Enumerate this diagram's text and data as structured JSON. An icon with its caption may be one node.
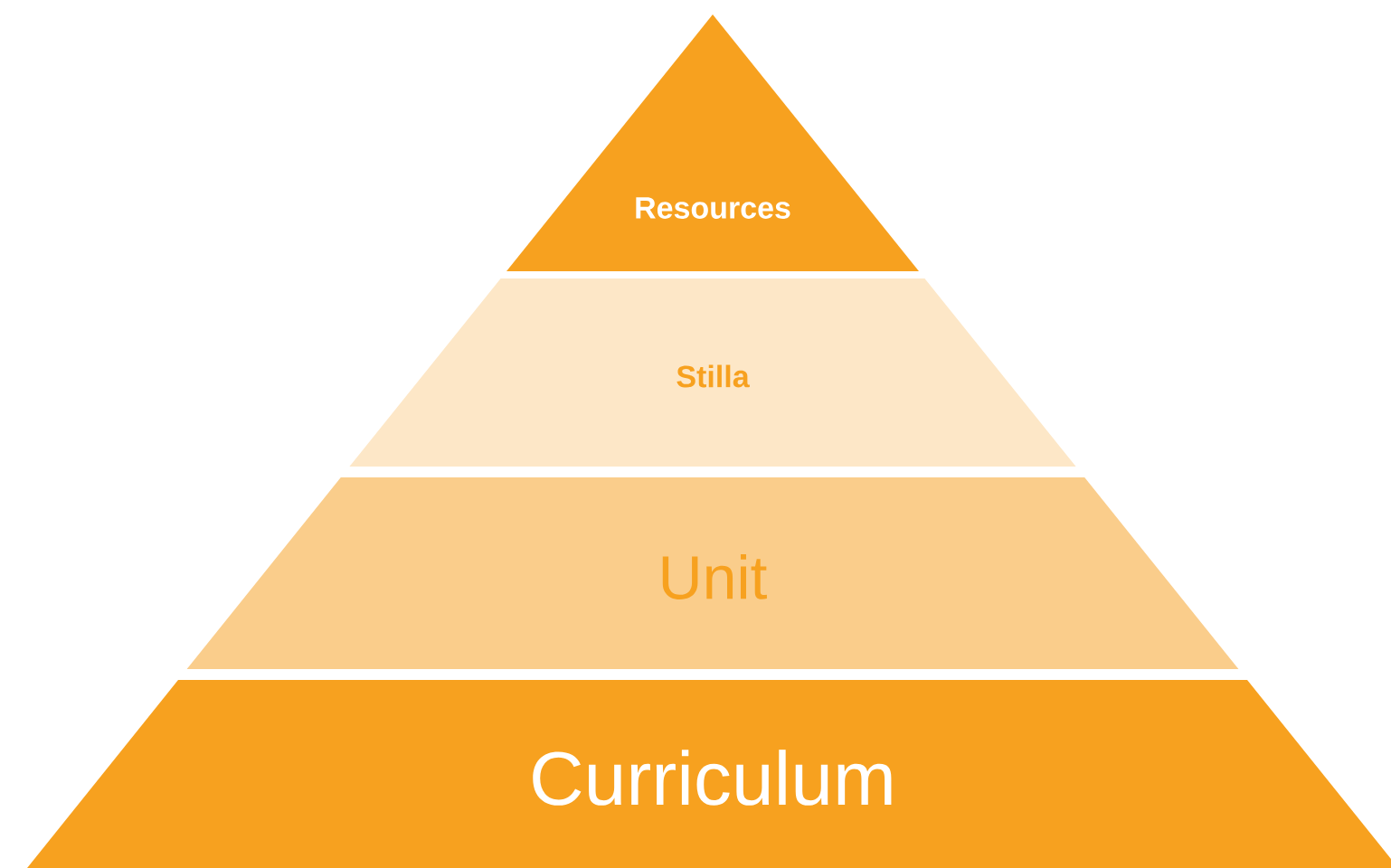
{
  "diagram": {
    "nodes": [
      {
        "text": [
          "Resources"
        ]
      },
      {
        "text": [
          "Stilla"
        ]
      },
      {
        "text": [
          "Unit"
        ]
      },
      {
        "text": [
          "Curriculum"
        ]
      }
    ]
  }
}
